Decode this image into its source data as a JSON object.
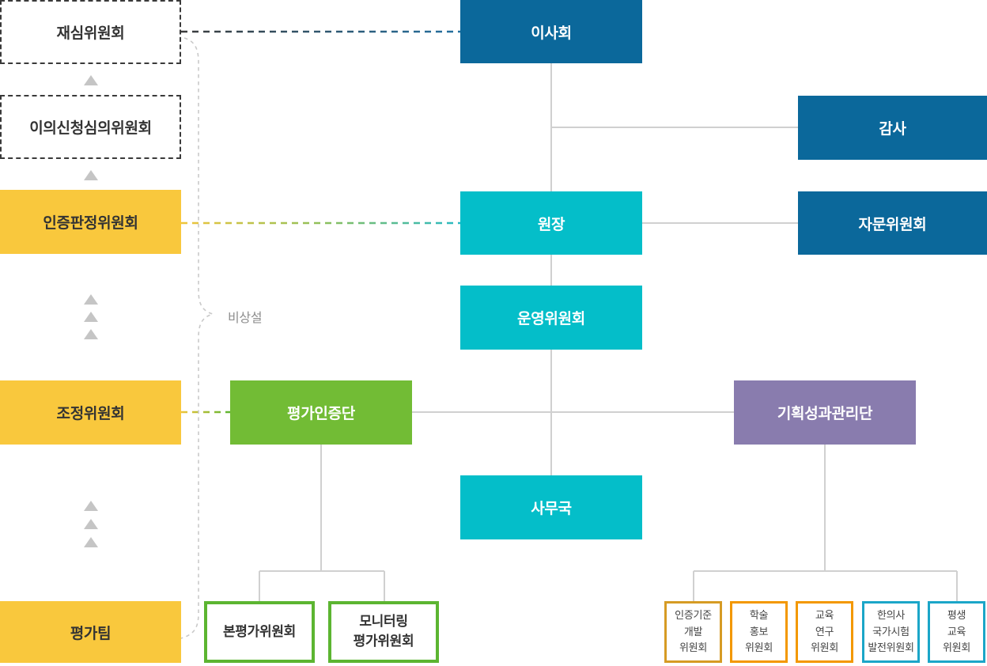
{
  "left_column": {
    "review_committee": "재심위원회",
    "appeal_committee": "이의신청심의위원회",
    "accreditation_judgment_committee": "인증판정위원회",
    "coordination_committee": "조정위원회",
    "evaluation_team": "평가팀",
    "non_standing_label": "비상설"
  },
  "main_line": {
    "board": "이사회",
    "auditor": "감사",
    "president": "원장",
    "advisory_committee": "자문위원회",
    "steering_committee": "운영위원회",
    "secretariat": "사무국"
  },
  "divisions": {
    "evaluation_accreditation_division": "평가인증단",
    "planning_performance_division": "기획성과관리단"
  },
  "evaluation_committees": [
    {
      "lines": [
        "본평가위원회"
      ]
    },
    {
      "lines": [
        "모니터링",
        "평가위원회"
      ]
    }
  ],
  "planning_committees": [
    {
      "lines": [
        "인증기준",
        "개발",
        "위원회"
      ],
      "border_color": "#D69B24"
    },
    {
      "lines": [
        "학술",
        "홍보",
        "위원회"
      ],
      "border_color": "#F39800"
    },
    {
      "lines": [
        "교육",
        "연구",
        "위원회"
      ],
      "border_color": "#F39800"
    },
    {
      "lines": [
        "한의사",
        "국가시험",
        "발전위원회"
      ],
      "border_color": "#1BA6C8"
    },
    {
      "lines": [
        "평생",
        "교육",
        "위원회"
      ],
      "border_color": "#1BA6C8"
    }
  ],
  "colors": {
    "dark_blue": "#0B689B",
    "cyan": "#04BEC9",
    "yellow": "#F9C83D",
    "green": "#72BC35",
    "purple": "#897CAE",
    "green_border": "#5CB531",
    "gold_border": "#D69B24",
    "orange_border": "#F39800",
    "teal_border": "#1BA6C8",
    "connector_gray": "#D0D0D0",
    "dashed_gradient_top": [
      "#3C3C3C",
      "#2470A0"
    ],
    "dashed_gradient_mid": [
      "#EFC53C",
      "#28B9C5"
    ],
    "dashed_gradient_short": [
      "#EFC53C",
      "#5CB531"
    ]
  }
}
